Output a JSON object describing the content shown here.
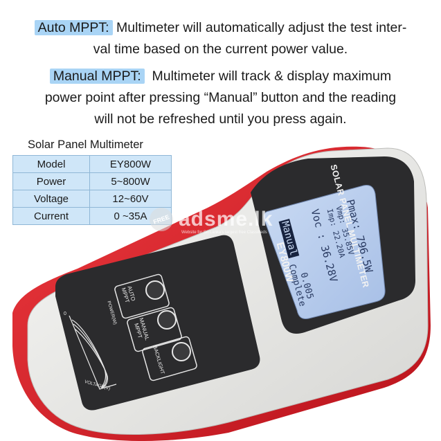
{
  "intro": {
    "auto_label": "Auto MPPT:",
    "auto_line1": " Multimeter will automatically adjust the test inter-",
    "auto_line2": "val time based on the current power value.",
    "manual_label": "Manual MPPT:",
    "manual_line1": "  Multimeter will track & display maximum",
    "manual_line2": "power point after pressing “Manual” button and the reading",
    "manual_line3": "will not be refreshed until you press again."
  },
  "specs": {
    "title": "Solar Panel Multimeter",
    "rows": [
      {
        "label": "Model",
        "value": "EY800W"
      },
      {
        "label": "Power",
        "value": "5~800W"
      },
      {
        "label": "Voltage",
        "value": "12~60V"
      },
      {
        "label": "Current",
        "value": "0 ~35A"
      }
    ]
  },
  "device": {
    "header": "SOLAR PANEL MULTIMETER",
    "model": "EY800W",
    "buttons": {
      "auto": [
        "AUTO",
        "MPPT"
      ],
      "manual": [
        "MANUAL",
        "MPPT"
      ],
      "backlight": "BACKLIGHT"
    },
    "curve": {
      "x_label": "VOLTAGE(V)",
      "y_label": "POWER(W)",
      "origin": "0"
    },
    "display": {
      "pmax": "Pmax: 796.5W",
      "vmp": "Vmp: 35.85V",
      "imp": "Imp: 22.20A",
      "voc": "Voc : 36.28V",
      "isc": "0.005",
      "mode": "Manual",
      "status": "Complete"
    }
  },
  "watermark": {
    "badge": "FREE",
    "brand": "adsme.lk",
    "tagline": "Website for Sri Lanka's largest free Classifieds"
  },
  "colors": {
    "highlight": "#a9d4f5",
    "table_bg": "#cfe6f8",
    "device_red": "#d8202a",
    "device_shell": "#e8e8e6",
    "panel": "#2b2b2d",
    "lcd": "#b6ccec"
  }
}
